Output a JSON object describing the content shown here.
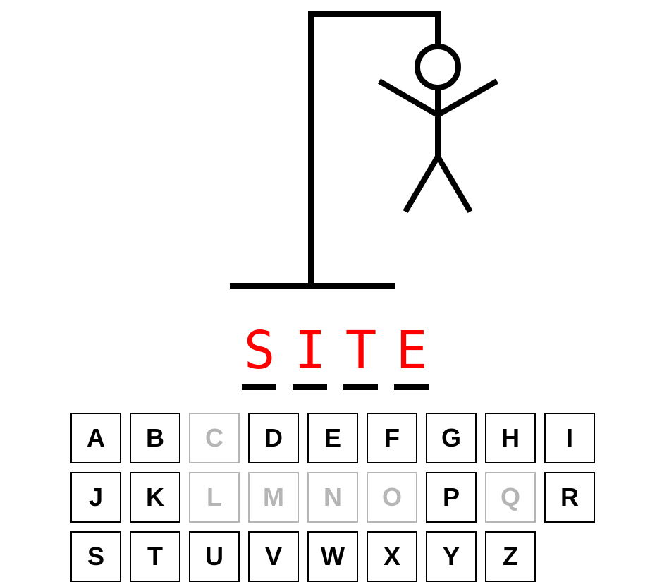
{
  "game": {
    "word_letters": [
      "S",
      "I",
      "T",
      "E"
    ],
    "word_color": "#ff0000",
    "line_color": "#000000",
    "disabled_color": "#b5b5b5"
  },
  "gallows": {
    "parts_shown": [
      "base",
      "pole",
      "beam",
      "rope",
      "head",
      "body",
      "left-arm",
      "right-arm",
      "left-leg",
      "right-leg"
    ]
  },
  "keyboard": {
    "keys": [
      {
        "letter": "A",
        "used": false
      },
      {
        "letter": "B",
        "used": false
      },
      {
        "letter": "C",
        "used": true
      },
      {
        "letter": "D",
        "used": false
      },
      {
        "letter": "E",
        "used": false
      },
      {
        "letter": "F",
        "used": false
      },
      {
        "letter": "G",
        "used": false
      },
      {
        "letter": "H",
        "used": false
      },
      {
        "letter": "I",
        "used": false
      },
      {
        "letter": "J",
        "used": false
      },
      {
        "letter": "K",
        "used": false
      },
      {
        "letter": "L",
        "used": true
      },
      {
        "letter": "M",
        "used": true
      },
      {
        "letter": "N",
        "used": true
      },
      {
        "letter": "O",
        "used": true
      },
      {
        "letter": "P",
        "used": false
      },
      {
        "letter": "Q",
        "used": true
      },
      {
        "letter": "R",
        "used": false
      },
      {
        "letter": "S",
        "used": false
      },
      {
        "letter": "T",
        "used": false
      },
      {
        "letter": "U",
        "used": false
      },
      {
        "letter": "V",
        "used": false
      },
      {
        "letter": "W",
        "used": false
      },
      {
        "letter": "X",
        "used": false
      },
      {
        "letter": "Y",
        "used": false
      },
      {
        "letter": "Z",
        "used": false
      }
    ]
  }
}
